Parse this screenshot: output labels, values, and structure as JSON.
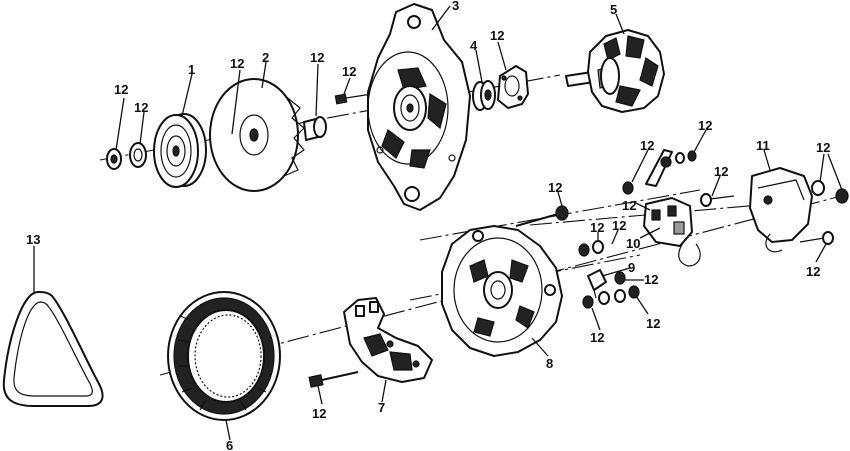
{
  "figure": {
    "colors": {
      "ink": "#111111",
      "paper": "#ffffff",
      "shade": "#9a9a9a"
    },
    "callouts": {
      "pulley": "1",
      "fan": "2",
      "drive_end_frame": "3",
      "bearing": "4",
      "rotor": "5",
      "stator": "6",
      "rectifier": "7",
      "slip_ring_end_frame": "8",
      "diode_trio": "9",
      "regulator": "10",
      "brush_holder": "11",
      "belt": "13",
      "fastener": "12"
    }
  }
}
